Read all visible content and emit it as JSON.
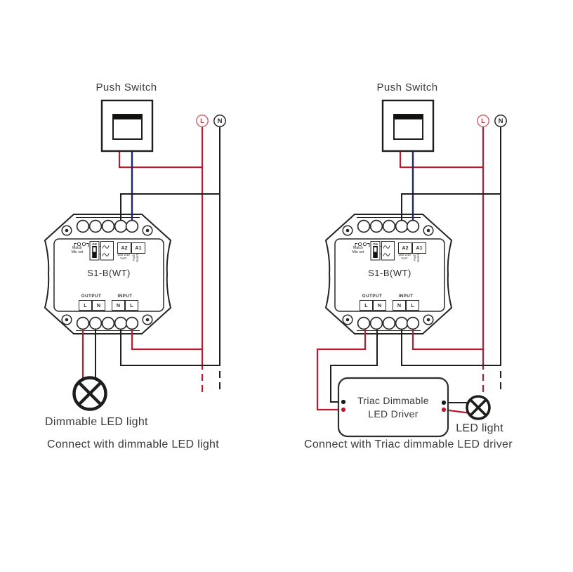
{
  "colors": {
    "wire_live_red": "#bc1a2e",
    "wire_switch_blue": "#24256f",
    "wire_neutral_black": "#1f1f1d",
    "live_badge_red": "#cf6a73",
    "text_gray": "#3b3b3a"
  },
  "labels": {
    "push_switch": "Push Switch",
    "live": "L",
    "neutral": "N"
  },
  "device": {
    "model": "S1-B(WT)",
    "match_label": "Match",
    "match_sublabel": "Min set",
    "dip_on": "ON",
    "terminal_a2": "A2",
    "terminal_a1": "A1",
    "voltage_line1": "100-240",
    "voltage_line2": "VAC",
    "side_label": "Push Switch",
    "output_label": "OUTPUT",
    "output_terminals": [
      "L",
      "N"
    ],
    "input_label": "INPUT",
    "input_terminals": [
      "N",
      "L"
    ]
  },
  "left_diagram": {
    "lamp_label": "Dimmable LED light",
    "caption": "Connect with dimmable LED light"
  },
  "right_diagram": {
    "driver_line1": "Triac Dimmable",
    "driver_line2": "LED Driver",
    "lamp_label": "LED light",
    "caption": "Connect with Triac dimmable LED driver"
  }
}
